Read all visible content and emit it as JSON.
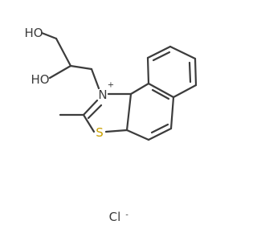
{
  "molecule": {
    "atoms": {
      "o1": {
        "label": "HO"
      },
      "o2": {
        "label": "HO"
      },
      "n": {
        "label": "N",
        "charge": "+"
      },
      "s": {
        "label": "S"
      }
    },
    "counterion": {
      "label": "Cl",
      "charge": "-"
    }
  }
}
